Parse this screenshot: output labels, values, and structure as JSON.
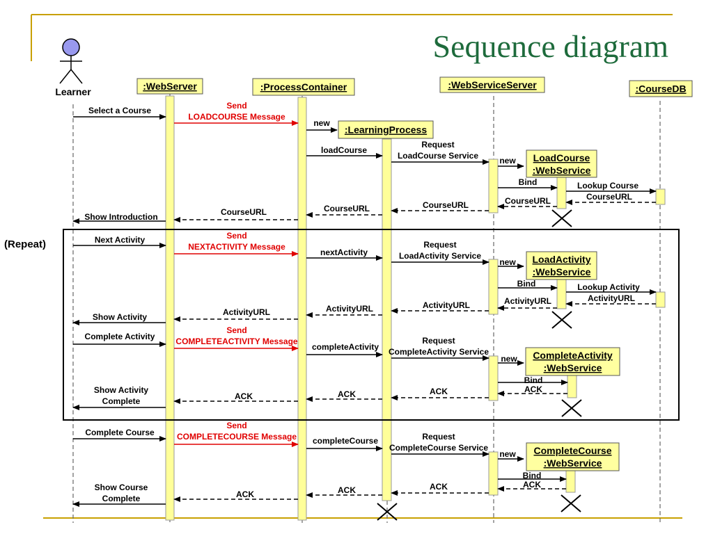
{
  "slide": {
    "title": "Sequence diagram"
  },
  "colors": {
    "title": "#1e6b3c",
    "accent_line": "#c8a000",
    "message": "#000000",
    "highlight": "#e00000",
    "participant_fill": "#ffffa0",
    "activation_fill": "#ffff99",
    "actor_head": "#9999ee"
  },
  "actor": {
    "label": "Learner"
  },
  "participants": [
    {
      "id": "webserver",
      "label": ":WebServer"
    },
    {
      "id": "processcontainer",
      "label": ":ProcessContainer"
    },
    {
      "id": "learningprocess",
      "label": ":LearningProcess"
    },
    {
      "id": "webserviceserver",
      "label": ":WebServiceServer"
    },
    {
      "id": "coursedb",
      "label": ":CourseDB"
    }
  ],
  "created_objects": [
    {
      "lines": [
        "LoadCourse",
        ":WebService"
      ]
    },
    {
      "lines": [
        "LoadActivity",
        ":WebService"
      ]
    },
    {
      "lines": [
        "CompleteActivity",
        ":WebService"
      ]
    },
    {
      "lines": [
        "CompleteCourse",
        ":WebService"
      ]
    }
  ],
  "fragment": {
    "label": "(Repeat)"
  },
  "messages": [
    {
      "lines": [
        "Select a Course"
      ],
      "style": "sync"
    },
    {
      "lines": [
        "Send",
        "LOADCOURSE Message"
      ],
      "style": "highlight"
    },
    {
      "lines": [
        "new"
      ],
      "style": "sync"
    },
    {
      "lines": [
        "loadCourse"
      ],
      "style": "sync"
    },
    {
      "lines": [
        "Request",
        "LoadCourse Service"
      ],
      "style": "sync"
    },
    {
      "lines": [
        "new"
      ],
      "style": "sync"
    },
    {
      "lines": [
        "Bind"
      ],
      "style": "sync"
    },
    {
      "lines": [
        "Lookup Course"
      ],
      "style": "sync"
    },
    {
      "lines": [
        "CourseURL"
      ],
      "style": "return"
    },
    {
      "lines": [
        "CourseURL"
      ],
      "style": "return"
    },
    {
      "lines": [
        "CourseURL"
      ],
      "style": "return"
    },
    {
      "lines": [
        "CourseURL"
      ],
      "style": "return"
    },
    {
      "lines": [
        "CourseURL"
      ],
      "style": "return"
    },
    {
      "lines": [
        "Show Introduction"
      ],
      "style": "sync"
    },
    {
      "lines": [
        "Next Activity"
      ],
      "style": "sync"
    },
    {
      "lines": [
        "Send",
        "NEXTACTIVITY Message"
      ],
      "style": "highlight"
    },
    {
      "lines": [
        "nextActivity"
      ],
      "style": "sync"
    },
    {
      "lines": [
        "Request",
        "LoadActivity Service"
      ],
      "style": "sync"
    },
    {
      "lines": [
        "new"
      ],
      "style": "sync"
    },
    {
      "lines": [
        "Bind"
      ],
      "style": "sync"
    },
    {
      "lines": [
        "Lookup Activity"
      ],
      "style": "sync"
    },
    {
      "lines": [
        "ActivityURL"
      ],
      "style": "return"
    },
    {
      "lines": [
        "ActivityURL"
      ],
      "style": "return"
    },
    {
      "lines": [
        "ActivityURL"
      ],
      "style": "return"
    },
    {
      "lines": [
        "ActivityURL"
      ],
      "style": "return"
    },
    {
      "lines": [
        "ActivityURL"
      ],
      "style": "return"
    },
    {
      "lines": [
        "Show Activity"
      ],
      "style": "sync"
    },
    {
      "lines": [
        "Complete Activity"
      ],
      "style": "sync"
    },
    {
      "lines": [
        "Send",
        "COMPLETEACTIVITY Message"
      ],
      "style": "highlight"
    },
    {
      "lines": [
        "completeActivity"
      ],
      "style": "sync"
    },
    {
      "lines": [
        "Request",
        "CompleteActivity Service"
      ],
      "style": "sync"
    },
    {
      "lines": [
        "new"
      ],
      "style": "sync"
    },
    {
      "lines": [
        "Bind"
      ],
      "style": "sync"
    },
    {
      "lines": [
        "ACK"
      ],
      "style": "return"
    },
    {
      "lines": [
        "ACK"
      ],
      "style": "return"
    },
    {
      "lines": [
        "ACK"
      ],
      "style": "return"
    },
    {
      "lines": [
        "ACK"
      ],
      "style": "return"
    },
    {
      "lines": [
        "Show Activity",
        "Complete"
      ],
      "style": "sync"
    },
    {
      "lines": [
        "Complete Course"
      ],
      "style": "sync"
    },
    {
      "lines": [
        "Send",
        "COMPLETECOURSE Message"
      ],
      "style": "highlight"
    },
    {
      "lines": [
        "completeCourse"
      ],
      "style": "sync"
    },
    {
      "lines": [
        "Request",
        "CompleteCourse Service"
      ],
      "style": "sync"
    },
    {
      "lines": [
        "new"
      ],
      "style": "sync"
    },
    {
      "lines": [
        "Bind"
      ],
      "style": "sync"
    },
    {
      "lines": [
        "ACK"
      ],
      "style": "return"
    },
    {
      "lines": [
        "ACK"
      ],
      "style": "return"
    },
    {
      "lines": [
        "ACK"
      ],
      "style": "return"
    },
    {
      "lines": [
        "ACK"
      ],
      "style": "return"
    },
    {
      "lines": [
        "Show Course",
        "Complete"
      ],
      "style": "sync"
    }
  ]
}
